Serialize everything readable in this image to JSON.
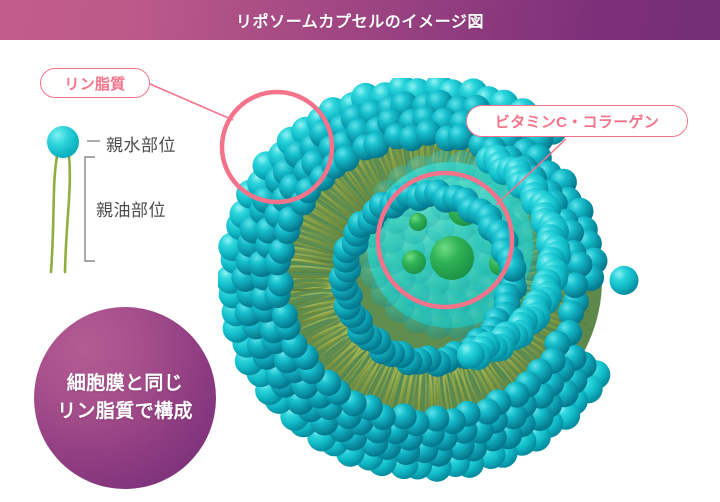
{
  "header": {
    "title": "リポソームカプセルのイメージ図",
    "gradient_from": "#c25c8c",
    "gradient_to": "#742d77"
  },
  "callouts": {
    "phospholipid": {
      "label": "リン脂質",
      "color": "#f4738a",
      "points_to": "outer-membrane-highlight-circle"
    },
    "vitamin": {
      "label": "ビタミンC・コラーゲン",
      "color": "#f4738a",
      "points_to": "inner-core-highlight-circle"
    }
  },
  "legend": {
    "head_label": "親水部位",
    "tail_label": "親油部位",
    "head_color": "#1ecbd8",
    "tail_color": "#8fb03c"
  },
  "badge": {
    "line1": "細胞膜と同じ",
    "line2": "リン脂質で構成",
    "color_from": "#b35b92",
    "color_to": "#702b76"
  },
  "diagram": {
    "name": "liposome-capsule-cutaway",
    "membrane_head_color": "#15c4d2",
    "membrane_tail_color": "#8a9c3e",
    "core_color": "#3ecfb8",
    "payload_particle_color": "#1f9c2a",
    "highlight_ring_color": "#f4738a"
  }
}
